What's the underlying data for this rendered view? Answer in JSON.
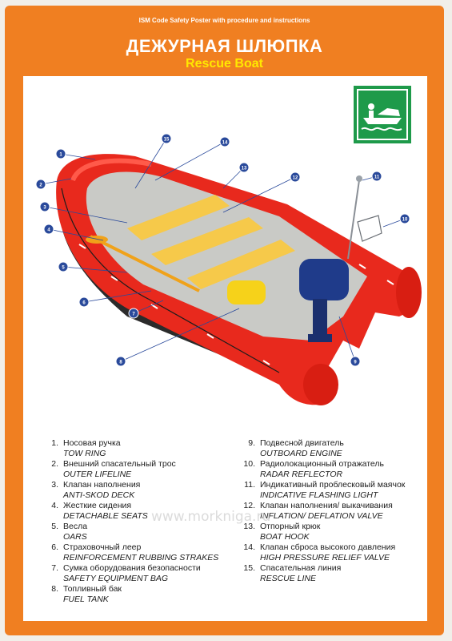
{
  "header": {
    "top_line": "ISM Code Safety Poster with procedure and instructions",
    "title_ru": "ДЕЖУРНАЯ ШЛЮПКА",
    "title_en": "Rescue Boat"
  },
  "sign": {
    "icon": "rescue-boat-icon",
    "color": "#1e9a4a"
  },
  "colors": {
    "frame": "#f07f21",
    "title_en": "#ffe800",
    "boat": "#e8291d",
    "callout": "#2a4a9b"
  },
  "callouts": [
    "1",
    "2",
    "3",
    "4",
    "5",
    "6",
    "7",
    "8",
    "9",
    "10",
    "11",
    "12",
    "13",
    "14",
    "15"
  ],
  "legend": {
    "left": [
      {
        "num": "1.",
        "ru": "Носовая ручка",
        "en": "TOW RING"
      },
      {
        "num": "2.",
        "ru": "Внешний спасательный трос",
        "en": "OUTER LIFELINE"
      },
      {
        "num": "3.",
        "ru": "Клапан наполнения",
        "en": "ANTI-SKOD DECK"
      },
      {
        "num": "4.",
        "ru": "Жесткие сидения",
        "en": "DETACHABLE SEATS"
      },
      {
        "num": "5.",
        "ru": "Весла",
        "en": "OARS"
      },
      {
        "num": "6.",
        "ru": "Страховочный леер",
        "en": "REINFORCEMENT RUBBING STRAKES"
      },
      {
        "num": "7.",
        "ru": "Сумка оборудования безопасности",
        "en": "SAFETY EQUIPMENT BAG"
      },
      {
        "num": "8.",
        "ru": "Топливный бак",
        "en": "FUEL TANK"
      }
    ],
    "right": [
      {
        "num": "9.",
        "ru": "Подвесной двигатель",
        "en": "OUTBOARD ENGINE"
      },
      {
        "num": "10.",
        "ru": "Радиолокационный отражатель",
        "en": "RADAR REFLECTOR"
      },
      {
        "num": "11.",
        "ru": "Индикативный проблесковый маячок",
        "en": "INDICATIVE FLASHING LIGHT"
      },
      {
        "num": "12.",
        "ru": "Клапан наполнения/ выкачивания",
        "en": "INFLATION/ DEFLATION VALVE"
      },
      {
        "num": "13.",
        "ru": "Отпорный крюк",
        "en": "BOAT HOOK"
      },
      {
        "num": "14.",
        "ru": "Клапан сброса высокого давления",
        "en": "HIGH PRESSURE RELIEF VALVE"
      },
      {
        "num": "15.",
        "ru": "Спасательная линия",
        "en": "RESCUE LINE"
      }
    ]
  },
  "watermark": "www.morkniga.ru"
}
